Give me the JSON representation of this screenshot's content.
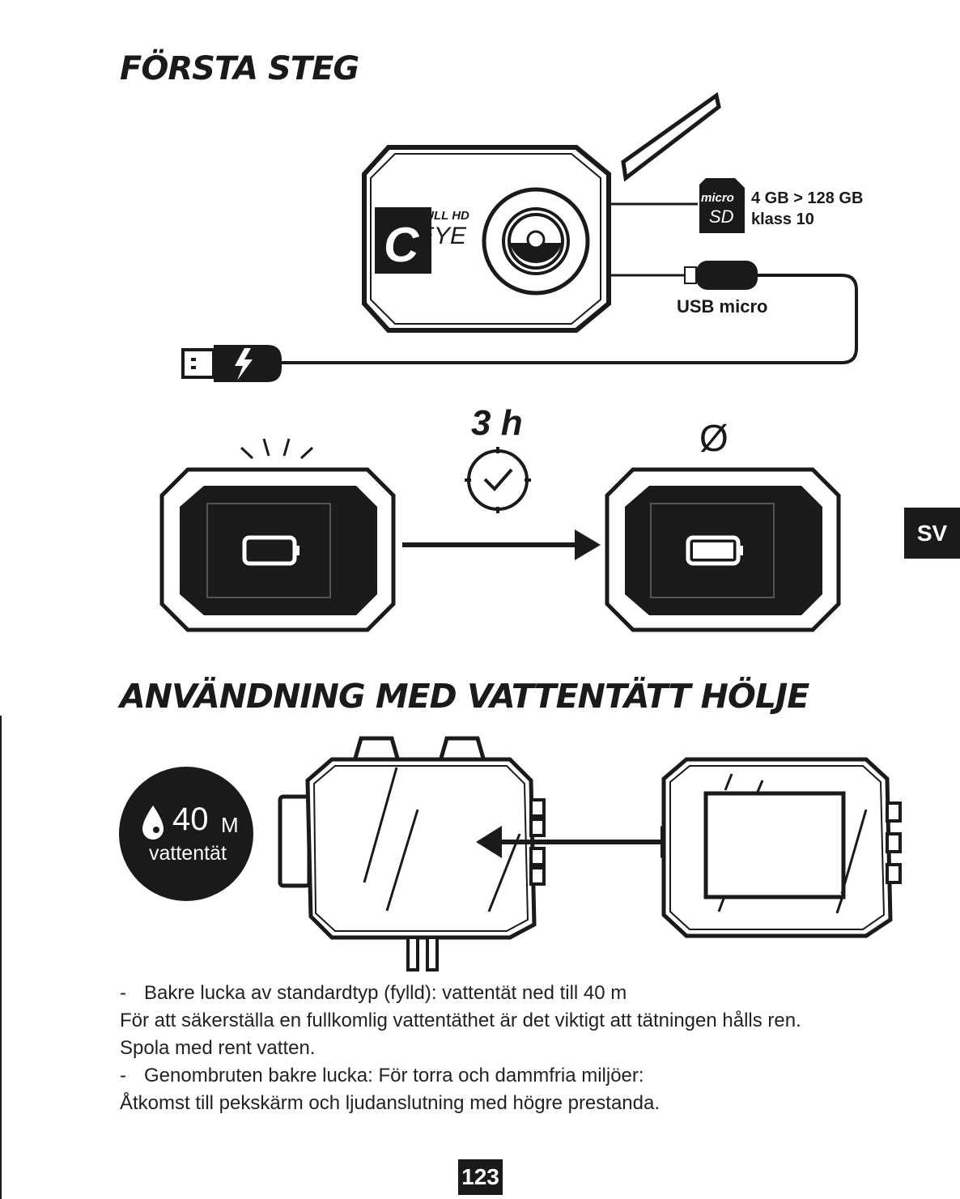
{
  "titles": {
    "first_steps": "FÖRSTA STEG",
    "waterproof": "ANVÄNDNING MED VATTENTÄTT HÖLJE"
  },
  "camera": {
    "brand_small": "FULL HD",
    "brand_large": "EYE",
    "brand_letter": "C"
  },
  "sd": {
    "badge_top": "micro",
    "badge_bottom": "SD",
    "capacity": "4 GB > 128 GB",
    "class": "klass 10"
  },
  "usb": {
    "label": "USB micro"
  },
  "charging": {
    "duration": "3 h",
    "done_symbol": "Ø"
  },
  "waterproof_badge": {
    "depth_value": "40",
    "depth_unit": "M",
    "label": "vattentät"
  },
  "language_tab": "SV",
  "body": {
    "line1_dash": "-",
    "line1": "Bakre lucka av standardtyp (fylld): vattentät ned till 40 m",
    "line2": "För att säkerställa en fullkomlig vattentäthet är det viktigt att tätningen hålls ren.",
    "line3": "Spola med rent vatten.",
    "line4_dash": "-",
    "line4": "Genombruten bakre lucka: För torra och dammfria miljöer:",
    "line5": "Åtkomst till pekskärm och ljudanslutning med högre prestanda."
  },
  "page_number": "123",
  "icons": [
    "sd-card-icon",
    "usb-plug-icon",
    "lightning-icon",
    "battery-empty-icon",
    "battery-full-icon",
    "clock-check-icon",
    "water-drop-icon",
    "arrow-right-icon",
    "double-arrow-icon"
  ]
}
